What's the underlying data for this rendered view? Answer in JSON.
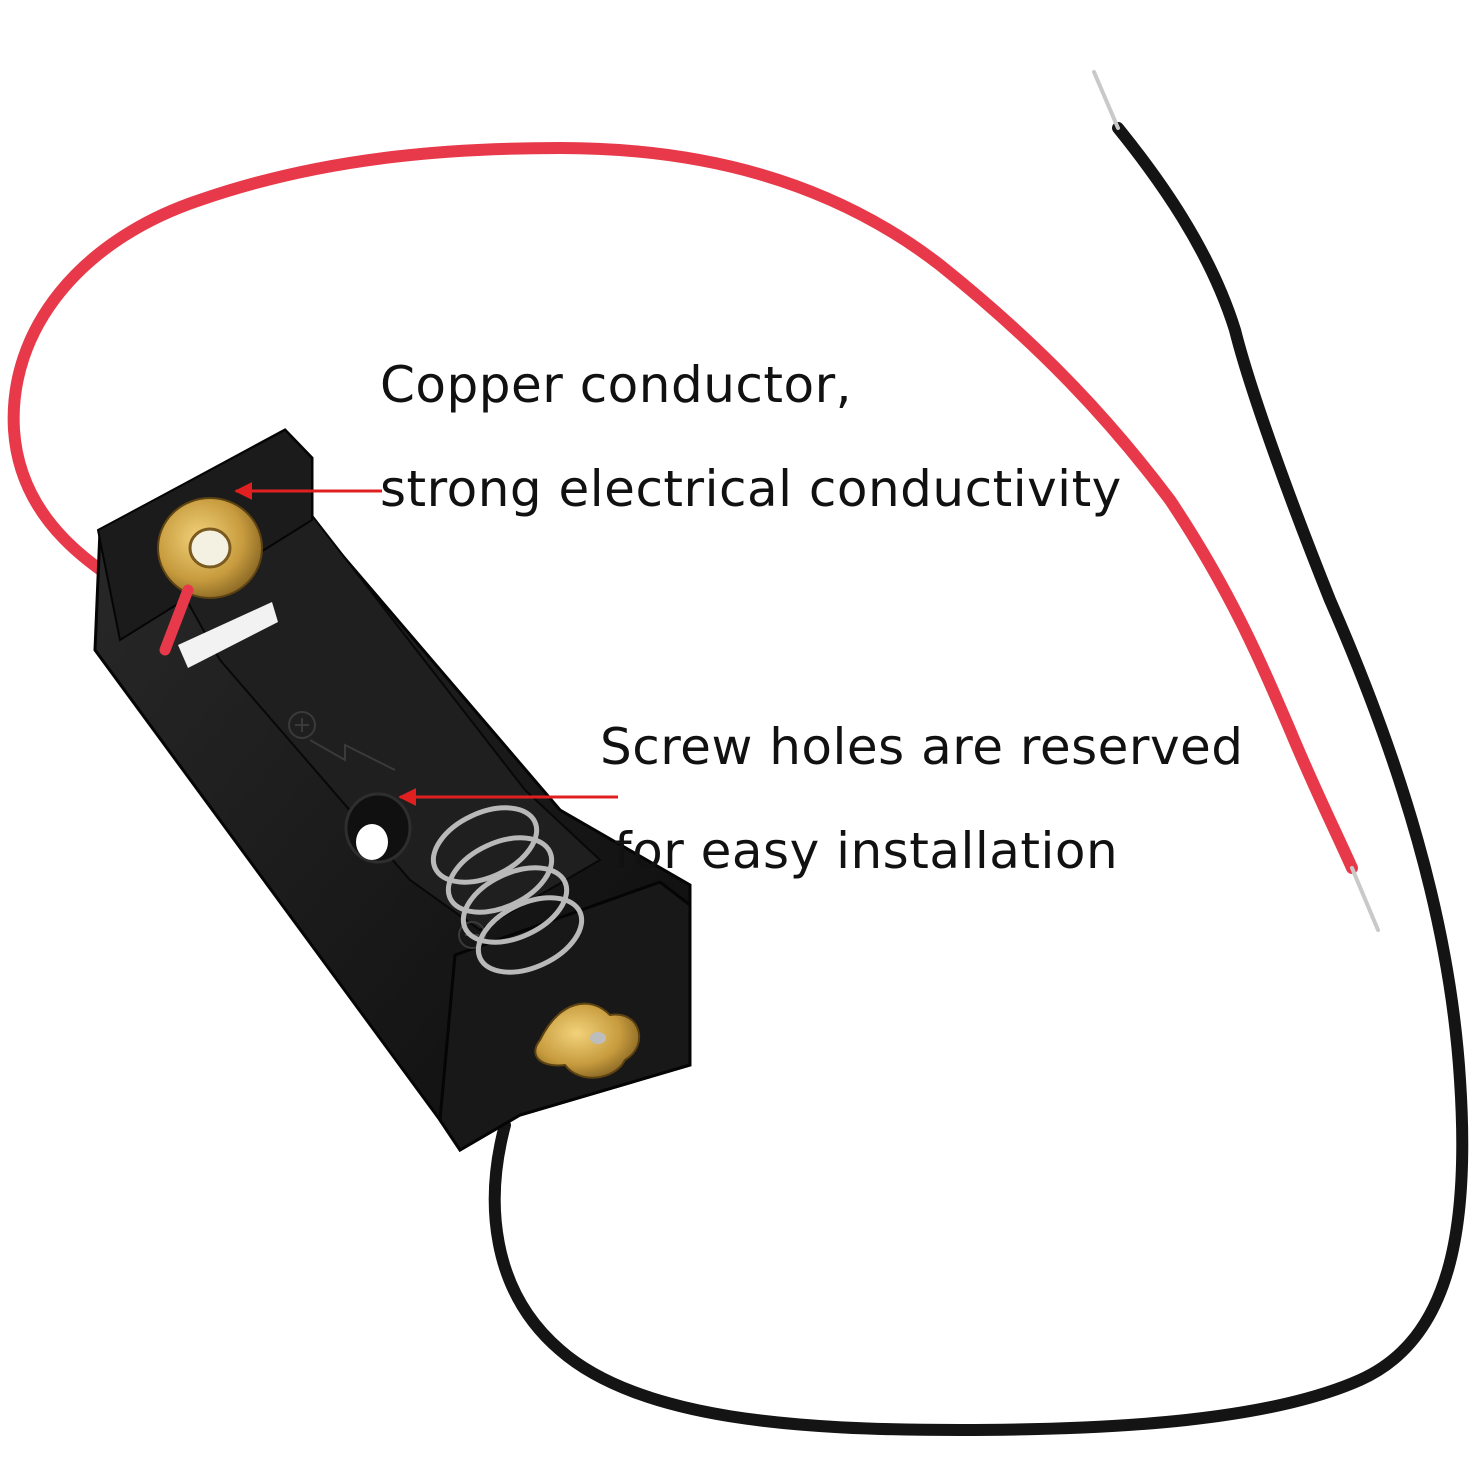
{
  "callouts": {
    "copper": {
      "line1": "Copper conductor,",
      "line2": "strong electrical conductivity"
    },
    "screw": {
      "line1": "Screw holes are reserved",
      "line2": "for easy installation"
    }
  },
  "colors": {
    "background": "#ffffff",
    "holder_body": "#161616",
    "red_wire": "#e8394a",
    "black_wire": "#141414",
    "brass_terminal": "#c9a24a",
    "spring_steel": "#b9b9b9",
    "arrow": "#e02020",
    "text": "#111111"
  },
  "icons": {
    "callout_arrow": "red-arrow-icon",
    "positive_mark": "plus-circle-icon",
    "negative_mark": "minus-circle-icon"
  }
}
